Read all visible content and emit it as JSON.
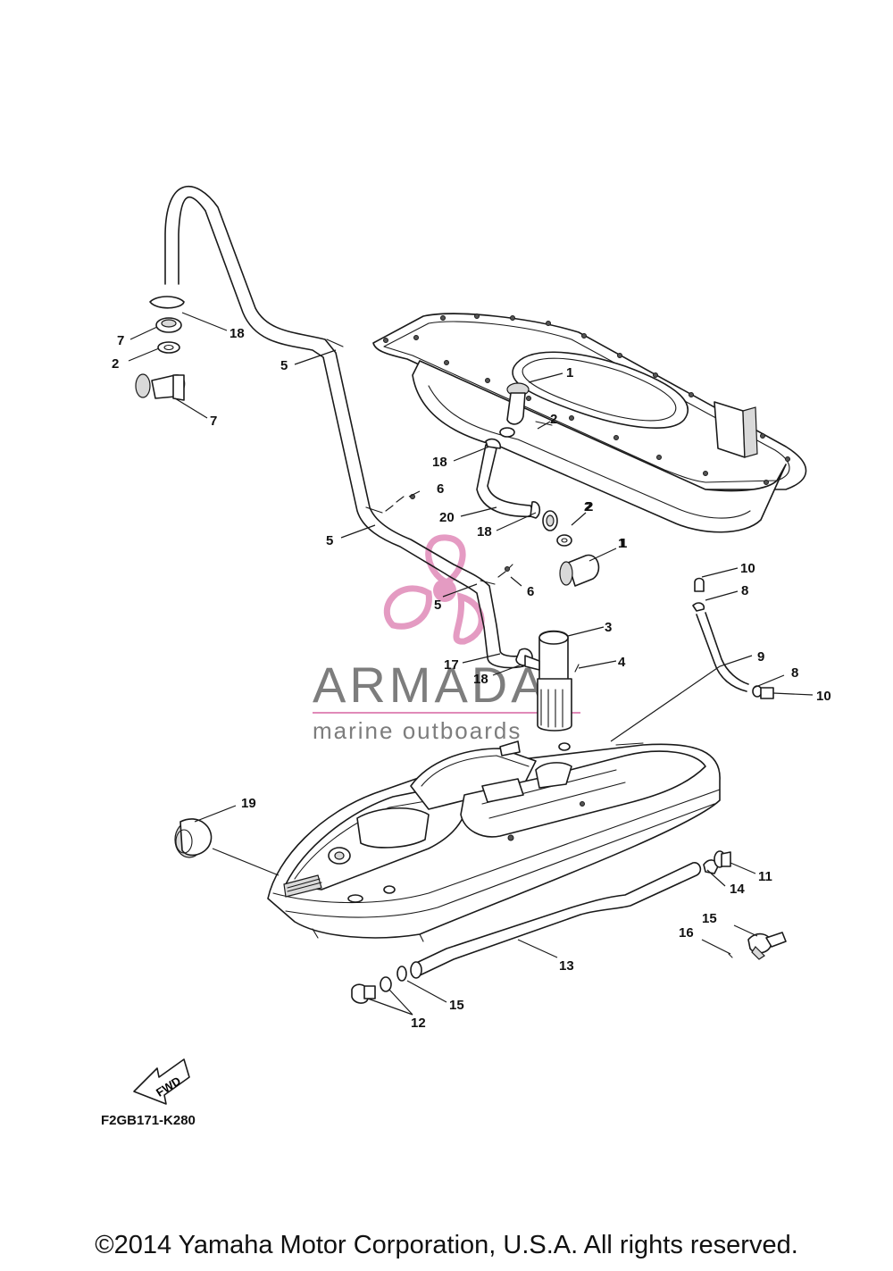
{
  "diagram": {
    "code": "F2GB171-K280",
    "fwd_label": "FWD",
    "copyright": "©2014 Yamaha Motor Corporation, U.S.A. All rights reserved.",
    "watermark": {
      "brand": "ARMADA",
      "tagline": "marine outboards",
      "accent_color": "#e08ab8",
      "text_color": "#7d7d7d"
    },
    "callouts": [
      "1",
      "2",
      "7",
      "18",
      "7",
      "2",
      "5",
      "1",
      "2",
      "18",
      "6",
      "5",
      "20",
      "18",
      "2",
      "1",
      "6",
      "5",
      "3",
      "4",
      "17",
      "18",
      "10",
      "8",
      "9",
      "8",
      "10",
      "19",
      "11",
      "14",
      "15",
      "16",
      "13",
      "15",
      "12"
    ]
  }
}
